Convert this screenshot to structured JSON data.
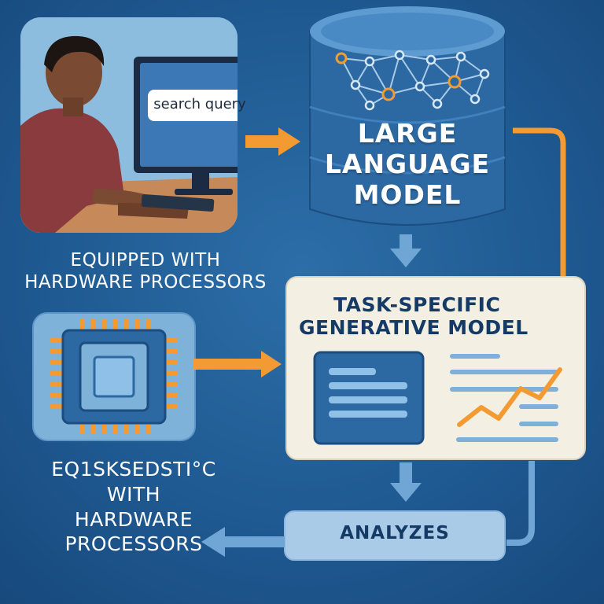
{
  "labels": {
    "search_query": "search query",
    "llm": [
      "LARGE",
      "LANGUAGE",
      "MODEL"
    ],
    "task_model": [
      "TASK-SPECIFIC",
      "GENERATIVE MODEL"
    ],
    "analyzes": "ANALYZES",
    "equipped_1": [
      "EQUIPPED WITH",
      "HARDWARE PROCESSORS"
    ],
    "equipped_2": [
      "EQ1SKSEDSTI°C",
      "WITH",
      "HARDWARE",
      "PROCESSORS"
    ]
  },
  "colors": {
    "background": "#1f5a92",
    "orange": "#f39a33",
    "light_blue": "#6fa6d6",
    "panel_cream": "#f3efe3",
    "dark_navy": "#143a66"
  },
  "icons": [
    "person-at-computer-icon",
    "database-cylinder-icon",
    "neural-network-icon",
    "cpu-chip-icon",
    "document-chart-icon"
  ]
}
